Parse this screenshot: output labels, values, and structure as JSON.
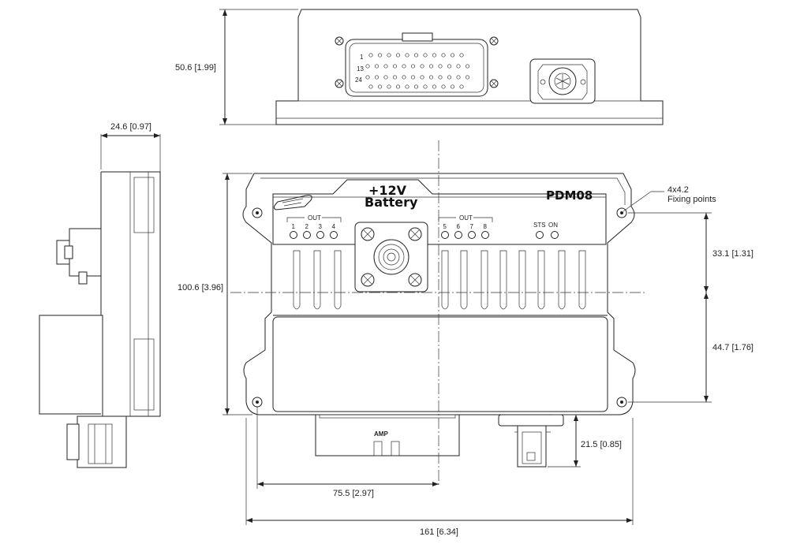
{
  "dimensions": {
    "height_top": "50.6 [1.99]",
    "depth_side": "24.6 [0.97]",
    "height_front": "100.6 [3.96]",
    "upper_fix": "33.1 [1.31]",
    "lower_fix": "44.7 [1.76]",
    "connector_height": "21.5 [0.85]",
    "center_offset": "75.5 [2.97]",
    "width_total": "161 [6.34]"
  },
  "annotations": {
    "fixing_size": "4x4.2",
    "fixing_label": "Fixing points"
  },
  "panel": {
    "power_line1": "+12V",
    "power_line2": "Battery",
    "model": "PDM08",
    "out_label": "OUT",
    "leds_left": [
      "1",
      "2",
      "3",
      "4"
    ],
    "leds_right": [
      "5",
      "6",
      "7",
      "8"
    ],
    "status_leds": [
      "STS",
      "ON"
    ],
    "connector_brand": "AMP"
  },
  "top_view": {
    "pin_labels": [
      "1",
      "13",
      "24"
    ]
  }
}
